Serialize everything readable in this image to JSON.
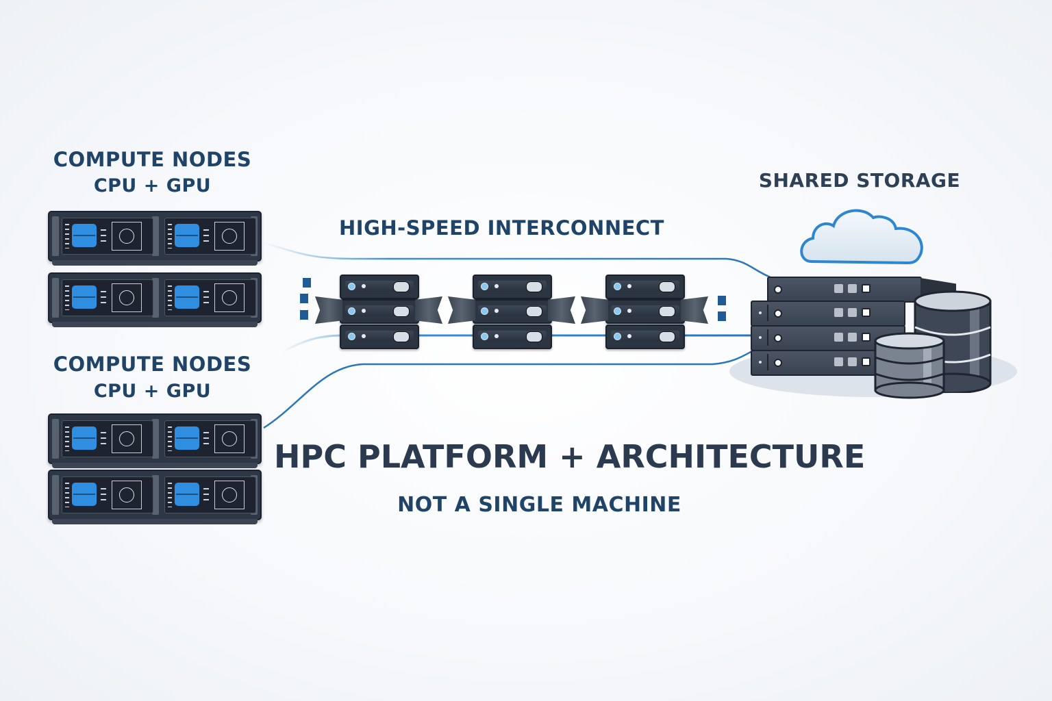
{
  "diagram": {
    "title": "HPC PLATFORM + ARCHITECTURE",
    "subtitle": "NOT A SINGLE MACHINE",
    "groups": [
      {
        "id": "compute-top",
        "title": "COMPUTE NODES",
        "subtitle": "CPU + GPU",
        "node_count": 2
      },
      {
        "id": "compute-bottom",
        "title": "COMPUTE NODES",
        "subtitle": "CPU + GPU",
        "node_count": 2
      },
      {
        "id": "interconnect",
        "title": "HIGH-SPEED INTERCONNECT",
        "switch_columns": 3,
        "switches_per_column": 3
      },
      {
        "id": "storage",
        "title": "SHARED STORAGE",
        "server_units": 4,
        "icons": [
          "cloud-icon",
          "database-icon",
          "database-icon"
        ]
      }
    ],
    "colors": {
      "text_dark": "#1f4467",
      "title_dark": "#2b3a4e",
      "accent_blue": "#2f8ee0",
      "wire_blue": "#3a8fd0",
      "hardware": "#2e3745"
    }
  }
}
